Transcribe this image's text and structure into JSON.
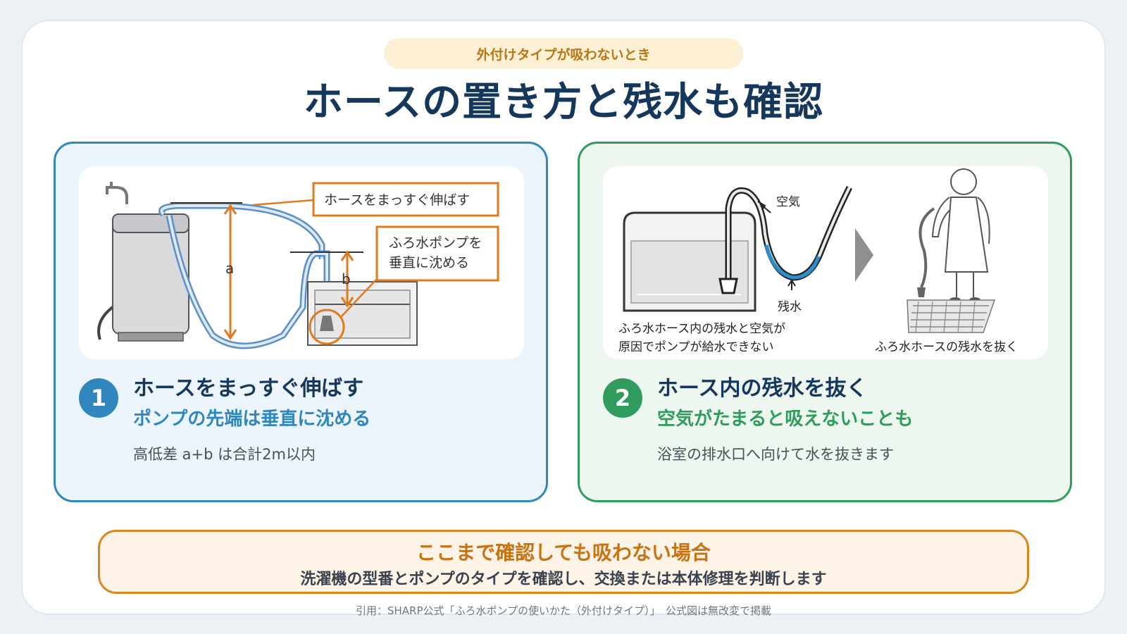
{
  "header": {
    "tag": "外付けタイプが吸わないとき",
    "title": "ホースの置き方と残水も確認"
  },
  "panels": [
    {
      "number": "1",
      "title": "ホースをまっすぐ伸ばす",
      "subtitle": "ポンプの先端は垂直に沈める",
      "note": "高低差 a+b は合計2m以内",
      "illustration": {
        "callout_straight": "ホースをまっすぐ伸ばす",
        "callout_pump_line1": "ふろ水ポンプを",
        "callout_pump_line2": "垂直に沈める",
        "label_a": "a",
        "label_b": "b"
      },
      "accent": "#2f87bd"
    },
    {
      "number": "2",
      "title": "ホース内の残水を抜く",
      "subtitle": "空気がたまると吸えないことも",
      "note": "浴室の排水口へ向けて水を抜きます",
      "illustration": {
        "label_air": "空気",
        "label_residual": "残水",
        "caption_left_line1": "ふろ水ホース内の残水と空気が",
        "caption_left_line2": "原因でポンプが給水できない",
        "caption_right": "ふろ水ホースの残水を抜く"
      },
      "accent": "#2f9c5d"
    }
  ],
  "bottom": {
    "title": "ここまで確認しても吸わない場合",
    "text": "洗濯機の型番とポンプのタイプを確認し、交換または本体修理を判断します"
  },
  "citation": "引用：SHARP公式「ふろ水ポンプの使いかた（外付けタイプ）」　公式図は無改変で掲載",
  "colors": {
    "navy": "#16375c",
    "blue": "#2f87bd",
    "green": "#2f9c5d",
    "orange": "#d9861f",
    "pill_text": "#b87713"
  }
}
